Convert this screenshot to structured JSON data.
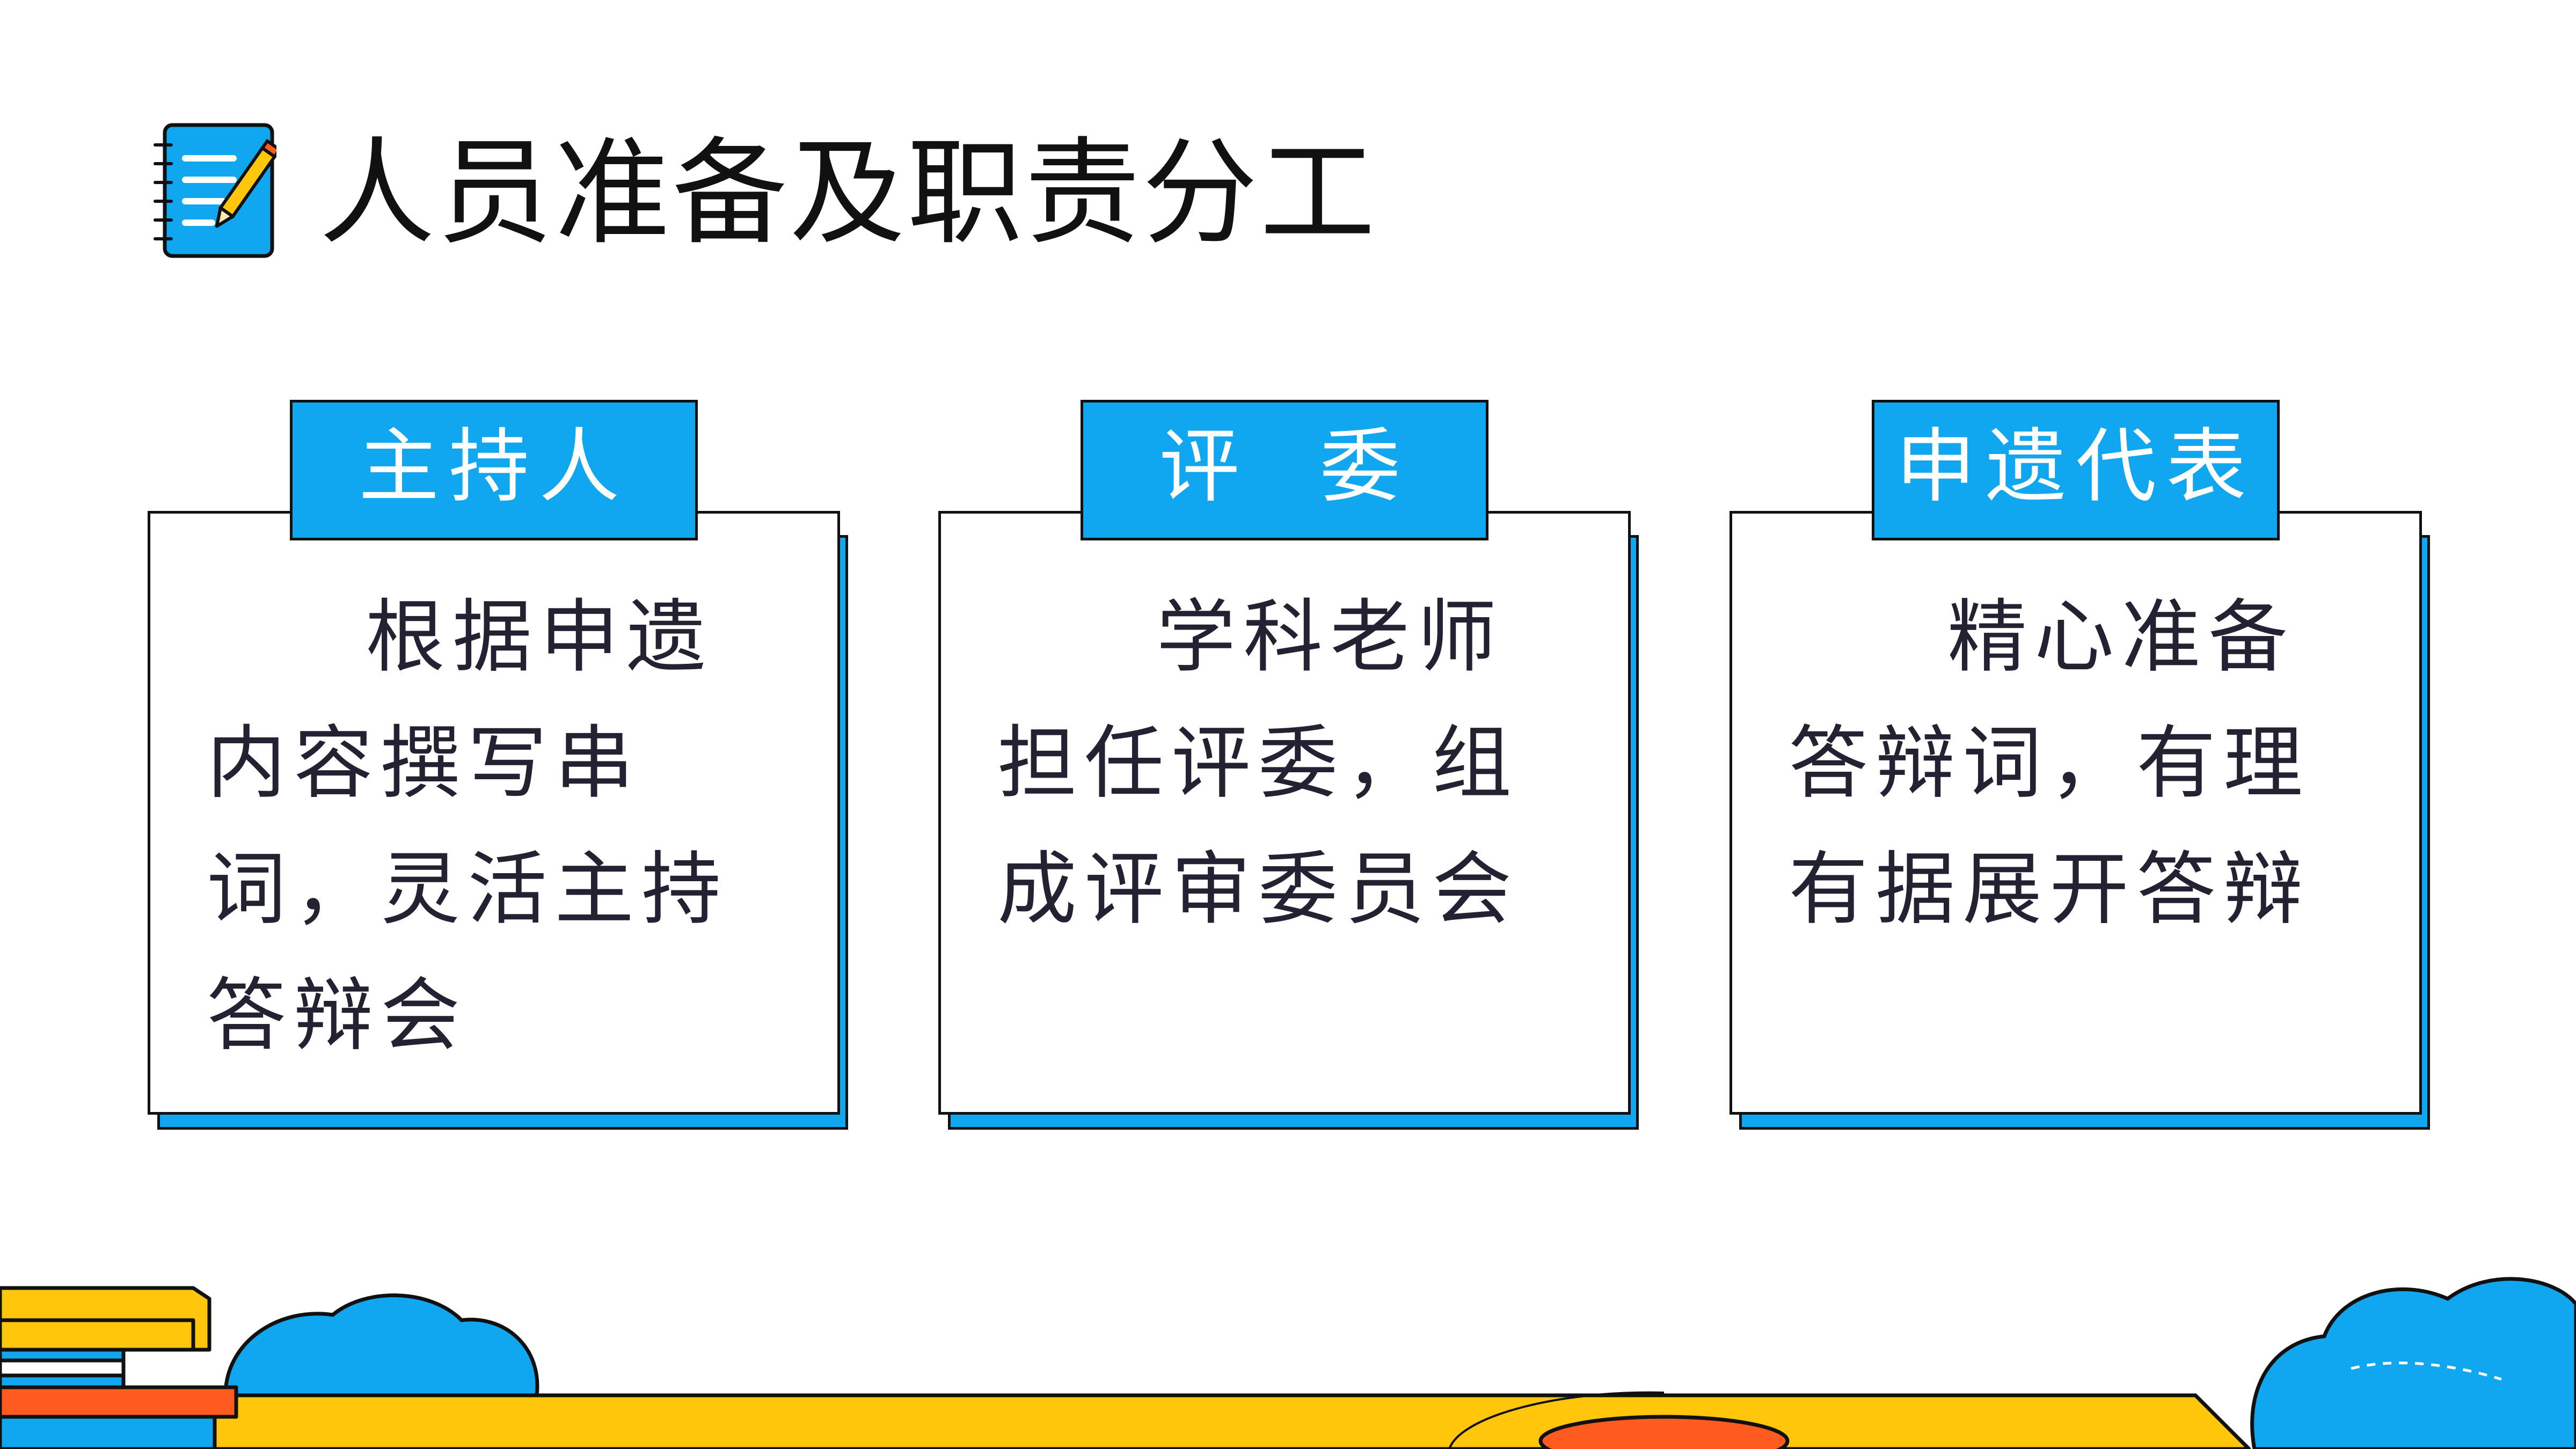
{
  "page": {
    "title": "人员准备及职责分工"
  },
  "cards": [
    {
      "label": "主持人",
      "text": "根据申遗内容撰写串词，灵活主持答辩会"
    },
    {
      "label": "评  委",
      "text": "学科老师担任评委，组成评审委员会"
    },
    {
      "label": "申遗代表",
      "text": "精心准备答辩词，有理有据展开答辩"
    }
  ],
  "icons": {
    "header": "notebook-pencil-icon"
  },
  "colors": {
    "accent_blue": "#10a6f0",
    "accent_yellow": "#ffc60b",
    "accent_orange": "#ff5a1f",
    "outline": "#111111",
    "text": "#222233"
  }
}
